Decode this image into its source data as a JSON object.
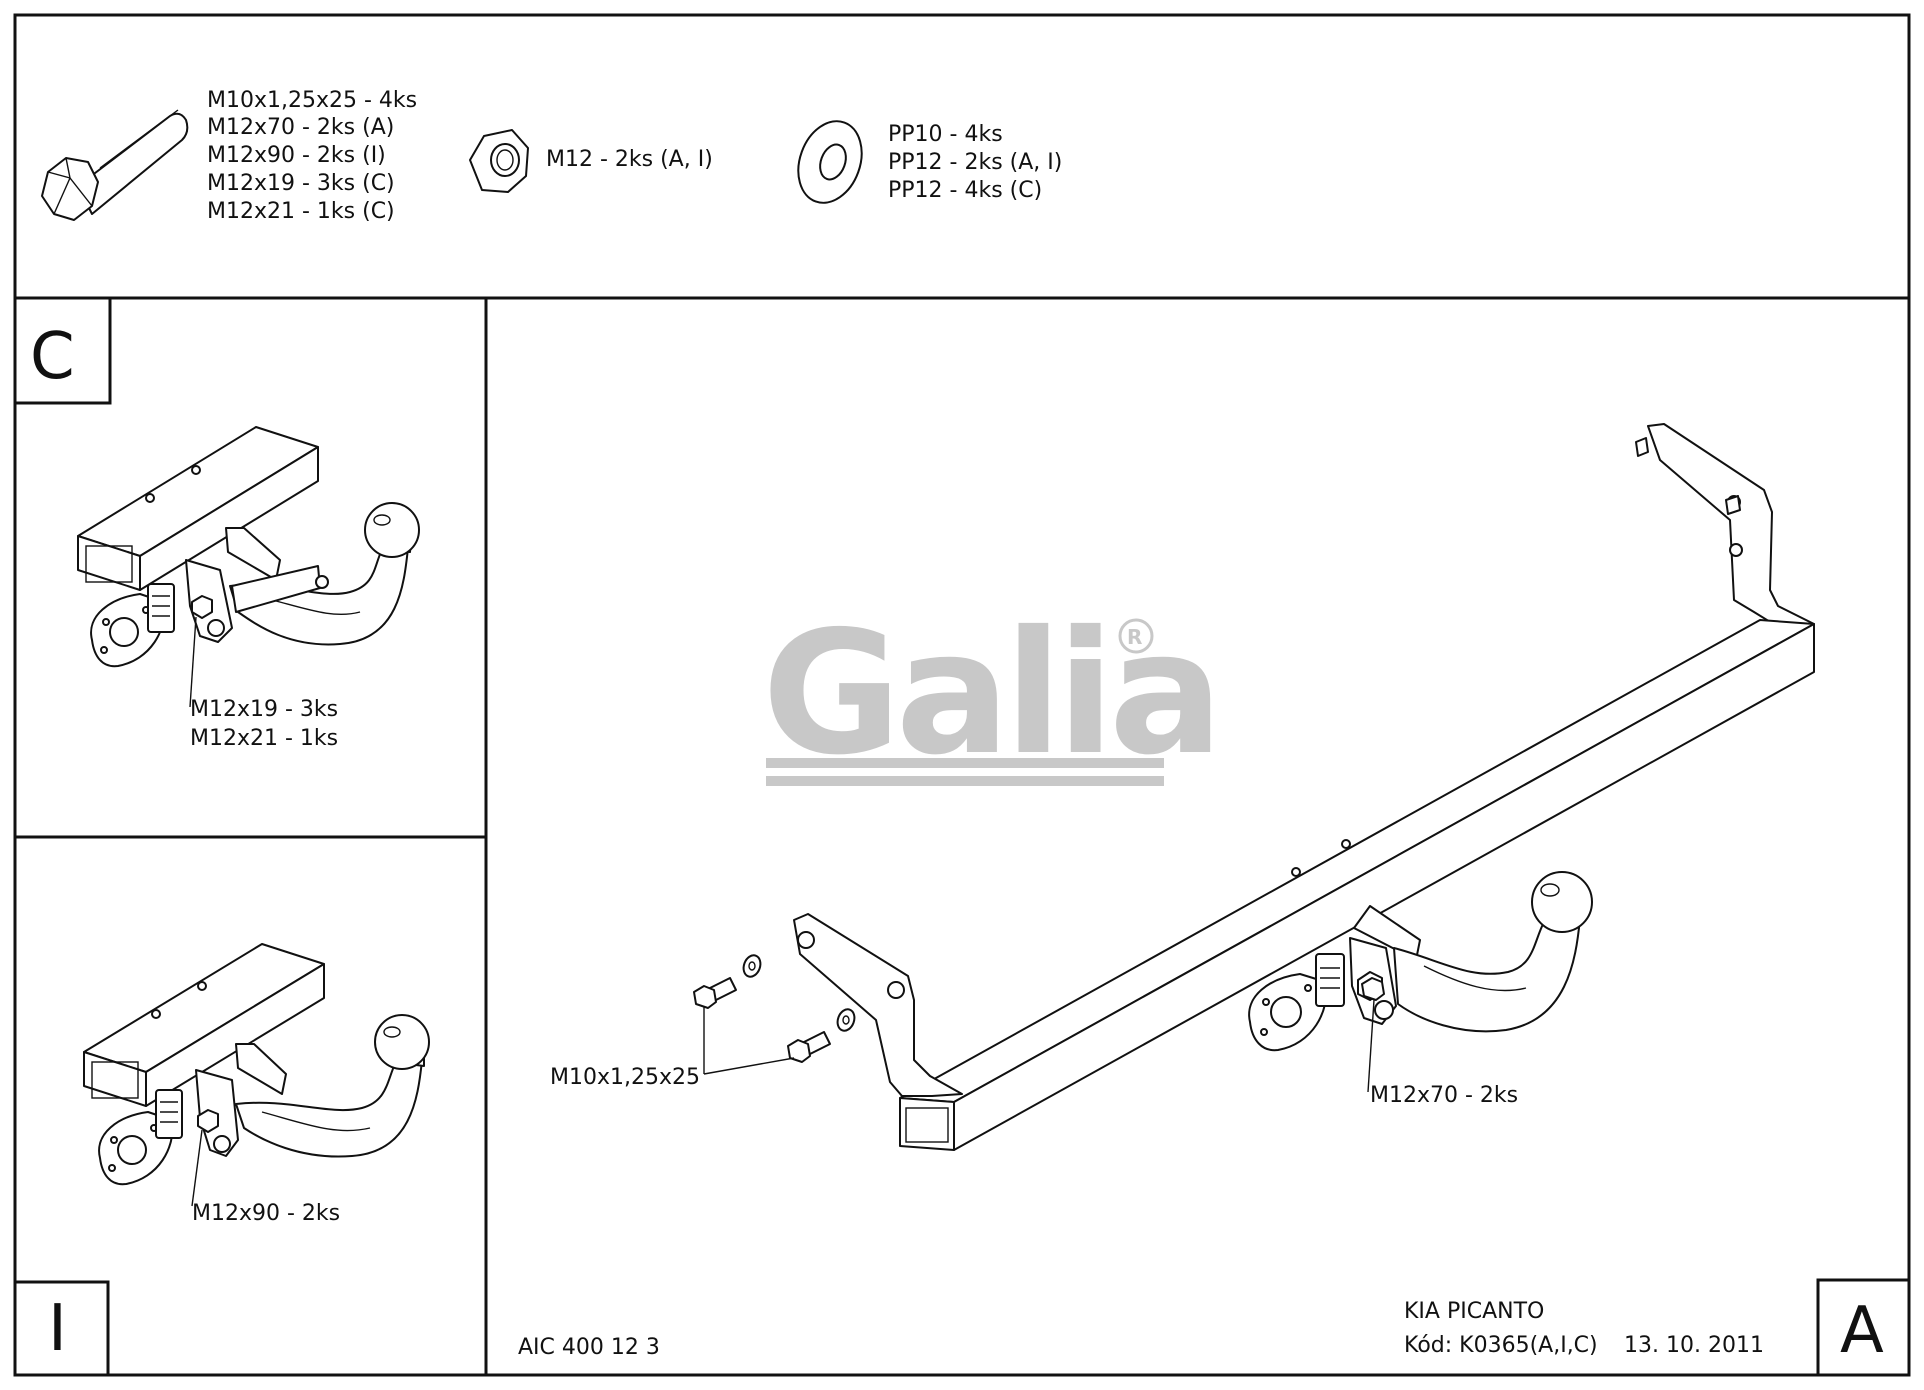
{
  "parts": {
    "bolt_lines": [
      "M10x1,25x25 - 4ks",
      "M12x70 - 2ks (A)",
      "M12x90 - 2ks (I)",
      "M12x19 - 3ks (C)",
      "M12x21 - 1ks (C)"
    ],
    "nut_lines": [
      "M12 - 2ks (A, I)"
    ],
    "washer_lines": [
      "PP10 - 4ks",
      "PP12 - 2ks (A, I)",
      "PP12 - 4ks (C)"
    ]
  },
  "panel_c": {
    "letter": "C",
    "callout_lines": [
      "M12x19 - 3ks",
      "M12x21 - 1ks"
    ]
  },
  "panel_i": {
    "letter": "I",
    "callout": "M12x90 - 2ks"
  },
  "panel_a": {
    "letter": "A",
    "bolt_callout": "M10x1,25x25",
    "hitch_callout": "M12x70 - 2ks",
    "watermark": "Galia",
    "code": "AIC 400 12 3",
    "vehicle": "KIA PICANTO",
    "kod": "Kód: K0365(A,I,C)",
    "date": "13. 10. 2011"
  }
}
